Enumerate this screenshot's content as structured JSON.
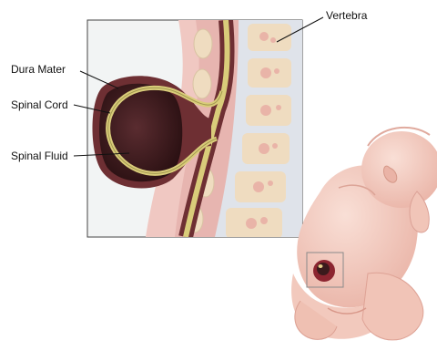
{
  "labels": {
    "vertebra": "Vertebra",
    "dura_mater": "Dura Mater",
    "spinal_cord": "Spinal Cord",
    "spinal_fluid": "Spinal Fluid"
  },
  "colors": {
    "background": "#ffffff",
    "inset_background": "#f2f4f4",
    "skin": "#f0c8c2",
    "cyst_fluid": "#3a1a1c",
    "dura": "#6e2f33",
    "nerve_yellow": "#d9cc7a",
    "vertebra": "#efdcc0",
    "marrow": "#e8a7a0",
    "disc": "#cfd5df",
    "baby_skin": "#f3cfc3",
    "lesion": "#8c2530"
  }
}
